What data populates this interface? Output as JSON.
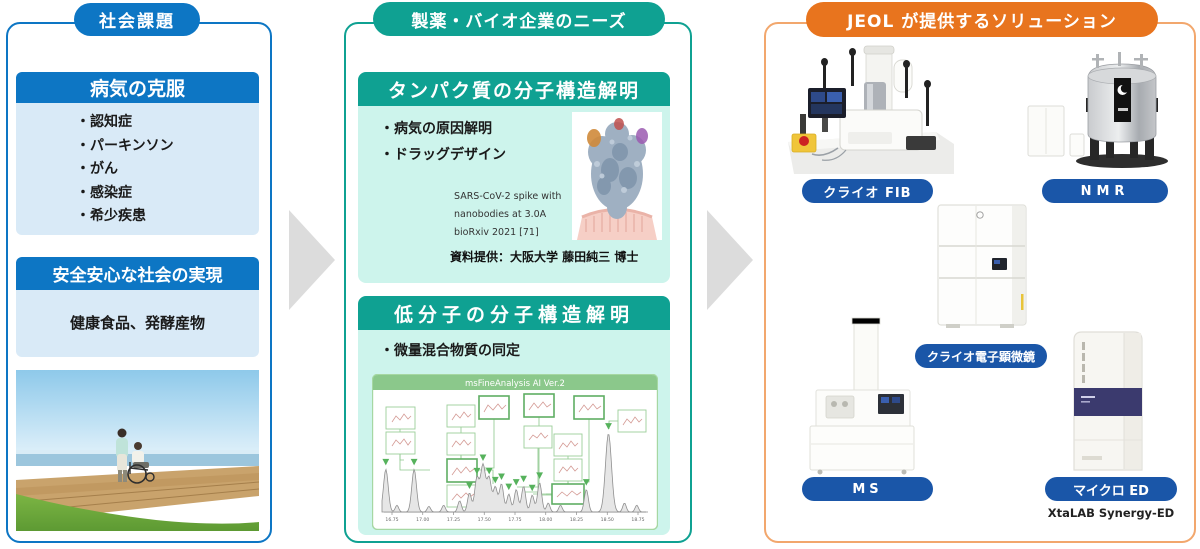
{
  "social": {
    "title": "社会課題",
    "disease": {
      "header": "病気の克服",
      "items": [
        "・認知症",
        "・パーキンソン",
        "・がん",
        "・感染症",
        "・希少疾患"
      ]
    },
    "safety": {
      "header": "安全安心な社会の実現",
      "body": "健康食品、発酵産物"
    },
    "photo_alt": "caregiver pushing a wheelchair on a seaside boardwalk"
  },
  "needs": {
    "title": "製薬・バイオ企業のニーズ",
    "protein": {
      "header": "タンパク質の分子構造解明",
      "items": [
        "・病気の原因解明",
        "・ドラッグデザイン"
      ],
      "caption": [
        "SARS-CoV-2 spike with",
        "nanobodies at 3.0A",
        "bioRxiv 2021 [71]"
      ],
      "credit": "資料提供：大阪大学 藤田純三 博士"
    },
    "small_molecule": {
      "header": "低分子の分子構造解明",
      "items": [
        "・微量混合物質の同定"
      ]
    }
  },
  "solutions": {
    "title": "JEOL が提供するソリューション",
    "products": [
      {
        "label": "クライオ FIB"
      },
      {
        "label": "NMR"
      },
      {
        "label": "クライオ電子顕微鏡"
      },
      {
        "label": "MS"
      },
      {
        "label": "マイクロ ED",
        "sub": "XtaLAB Synergy-ED"
      }
    ]
  },
  "chart_data": {
    "type": "line",
    "title": "msFineAnalysis AI Ver.2",
    "xlabel": "",
    "ylabel": "",
    "x_ticks": [
      "16.75",
      "17.00",
      "17.25",
      "17.50",
      "17.75",
      "18.00",
      "18.25",
      "18.50",
      "18.75"
    ],
    "x_range": [
      16.55,
      18.9
    ],
    "ylim": [
      0,
      1
    ],
    "grid": false,
    "legend": null,
    "annotation_style": "green molecular-structure boxes linked by lines to green triangle peak markers",
    "peaks": [
      {
        "x": 16.7,
        "h": 0.38,
        "marker": true
      },
      {
        "x": 16.79,
        "h": 0.06
      },
      {
        "x": 16.93,
        "h": 0.38,
        "marker": true
      },
      {
        "x": 17.05,
        "h": 0.05
      },
      {
        "x": 17.17,
        "h": 0.06
      },
      {
        "x": 17.3,
        "h": 0.1
      },
      {
        "x": 17.38,
        "h": 0.17,
        "marker": true
      },
      {
        "x": 17.44,
        "h": 0.3,
        "marker": true
      },
      {
        "x": 17.49,
        "h": 0.42,
        "marker": true
      },
      {
        "x": 17.54,
        "h": 0.3,
        "marker": true
      },
      {
        "x": 17.59,
        "h": 0.22,
        "marker": true
      },
      {
        "x": 17.64,
        "h": 0.25,
        "marker": true
      },
      {
        "x": 17.7,
        "h": 0.16,
        "marker": true
      },
      {
        "x": 17.76,
        "h": 0.2,
        "marker": true
      },
      {
        "x": 17.82,
        "h": 0.23,
        "marker": true
      },
      {
        "x": 17.89,
        "h": 0.15,
        "marker": true
      },
      {
        "x": 17.95,
        "h": 0.26,
        "marker": true
      },
      {
        "x": 18.02,
        "h": 0.08
      },
      {
        "x": 18.12,
        "h": 0.06
      },
      {
        "x": 18.33,
        "h": 0.2,
        "marker": true
      },
      {
        "x": 18.51,
        "h": 0.7,
        "marker": true
      },
      {
        "x": 18.64,
        "h": 0.08
      },
      {
        "x": 18.74,
        "h": 0.06
      }
    ]
  },
  "colors": {
    "blue": "#0d76c4",
    "light_blue": "#d9eaf7",
    "teal": "#0fa192",
    "light_teal": "#cdf4ec",
    "orange": "#e8741e",
    "orange_border": "#f2a76d",
    "label_blue": "#1a56a8",
    "arrow_gray": "#dcdcdc",
    "chart_green": "#8bc88b"
  }
}
